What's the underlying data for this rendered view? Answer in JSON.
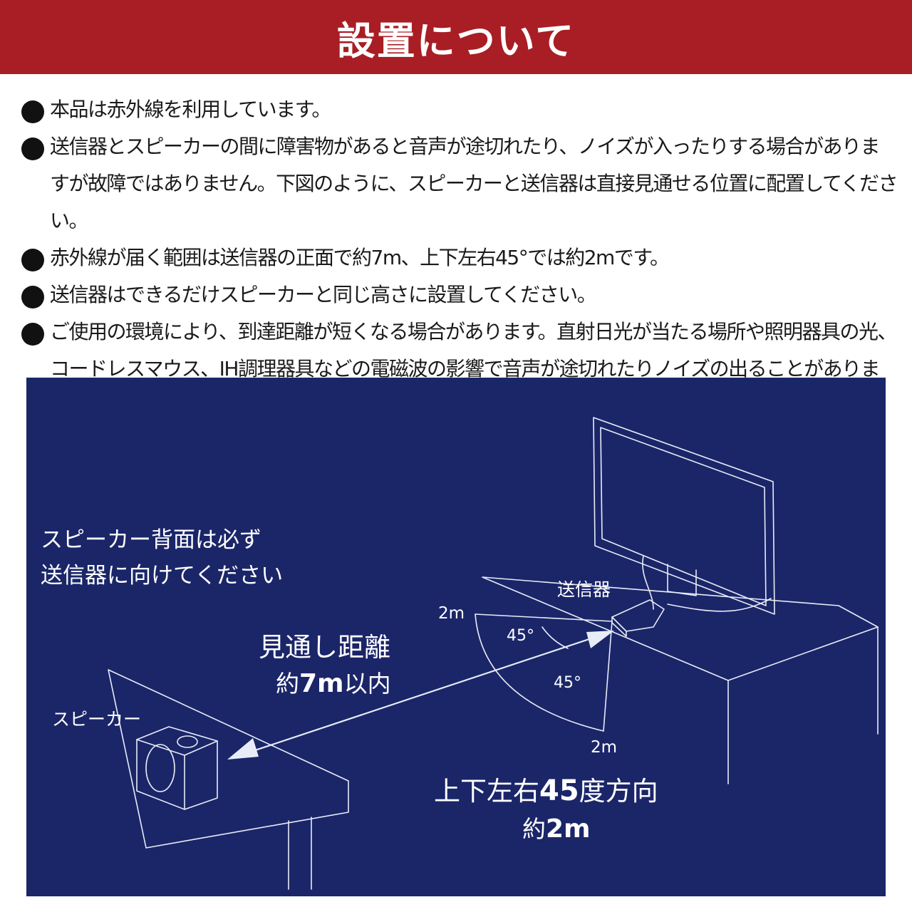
{
  "header": {
    "title": "設置について"
  },
  "notes": [
    "本品は赤外線を利用しています。",
    "送信器とスピーカーの間に障害物があると音声が途切れたり、ノイズが入ったりする場合がありますが故障ではありません。下図のように、スピーカーと送信器は直接見通せる位置に配置してください。",
    "赤外線が届く範囲は送信器の正面で約7m、上下左右45°では約2mです。",
    "送信器はできるだけスピーカーと同じ高さに設置してください。",
    "ご使用の環境により、到達距離が短くなる場合があります。直射日光が当たる場所や照明器具の光、コードレスマウス、IH調理器具などの電磁波の影響で音声が途切れたりノイズの出ることがあります。"
  ],
  "diagram": {
    "speaker_note_line1": "スピーカー背面は必ず",
    "speaker_note_line2": "送信器に向けてください",
    "transmitter_label": "送信器",
    "speaker_label": "スピーカー",
    "range_top": "2m",
    "range_bottom": "2m",
    "angle_upper": "45°",
    "angle_lower": "45°",
    "direct_line1": "見通し距離",
    "direct_line2_prefix": "約",
    "direct_line2_value": "7m",
    "direct_line2_suffix": "以内",
    "angle_line1_prefix": "上下左右",
    "angle_line1_value": "45",
    "angle_line1_suffix": "度方向",
    "angle_line2_prefix": "約",
    "angle_line2_value": "2m"
  },
  "colors": {
    "header_bg": "#a81e24",
    "panel_bg": "#1b2669",
    "text": "#1a1a1a"
  }
}
